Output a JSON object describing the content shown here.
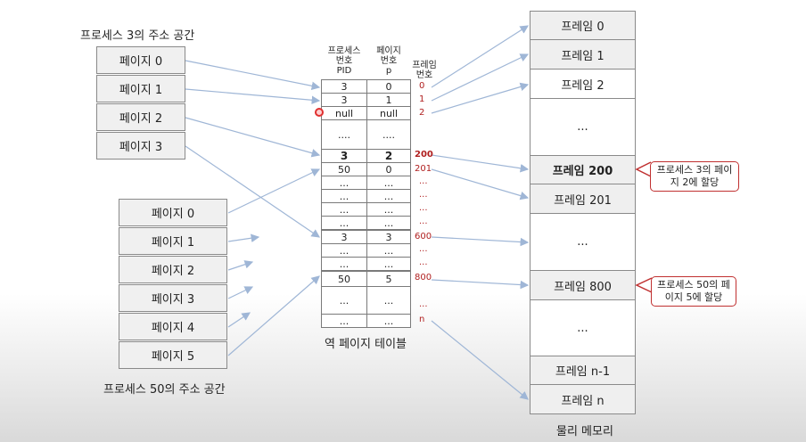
{
  "process3": {
    "caption": "프로세스 3의 주소 공간",
    "pages": [
      "페이지 0",
      "페이지 1",
      "페이지 2",
      "페이지 3"
    ]
  },
  "process50": {
    "caption": "프로세스 50의 주소 공간",
    "pages": [
      "페이지 0",
      "페이지 1",
      "페이지 2",
      "페이지 3",
      "페이지 4",
      "페이지 5"
    ]
  },
  "table": {
    "caption": "역 페이지 테이블",
    "headers": {
      "pid_line1": "프로세스",
      "pid_line2": "번호",
      "pid_line3": "PID",
      "page_line1": "페이지",
      "page_line2": "번호",
      "page_line3": "p",
      "frame_line1": "프레임",
      "frame_line2": "번호"
    },
    "rows": [
      {
        "pid": "3",
        "page": "0",
        "frame": "0"
      },
      {
        "pid": "3",
        "page": "1",
        "frame": "1"
      },
      {
        "pid": "null",
        "page": "null",
        "frame": "2"
      },
      {
        "pid": "....",
        "page": "....",
        "frame": ""
      },
      {
        "pid": "3",
        "page": "2",
        "frame": "200"
      },
      {
        "pid": "50",
        "page": "0",
        "frame": "201"
      },
      {
        "pid": "...",
        "page": "...",
        "frame": "..."
      },
      {
        "pid": "...",
        "page": "...",
        "frame": "..."
      },
      {
        "pid": "...",
        "page": "...",
        "frame": "..."
      },
      {
        "pid": "...",
        "page": "...",
        "frame": "..."
      },
      {
        "pid": "3",
        "page": "3",
        "frame": "600"
      },
      {
        "pid": "...",
        "page": "...",
        "frame": "..."
      },
      {
        "pid": "...",
        "page": "...",
        "frame": "..."
      },
      {
        "pid": "50",
        "page": "5",
        "frame": "800"
      },
      {
        "pid": "...",
        "page": "...",
        "frame": "..."
      },
      {
        "pid": "...",
        "page": "...",
        "frame": "n"
      }
    ]
  },
  "memory": {
    "caption": "물리 메모리",
    "frames": [
      "프레임 0",
      "프레임 1",
      "프레임 2",
      "...",
      "프레임 200",
      "프레임 201",
      "...",
      "프레임 800",
      "...",
      "프레임 n-1",
      "프레임 n"
    ]
  },
  "callouts": {
    "frame200": "프로세스 3의 페이지 2에 할당",
    "frame800": "프로세스 50의 페이지 5에 할당"
  },
  "colors": {
    "arrow": "#9fb6d6",
    "frame_index": "#b02020",
    "callout_border": "#c03030"
  }
}
